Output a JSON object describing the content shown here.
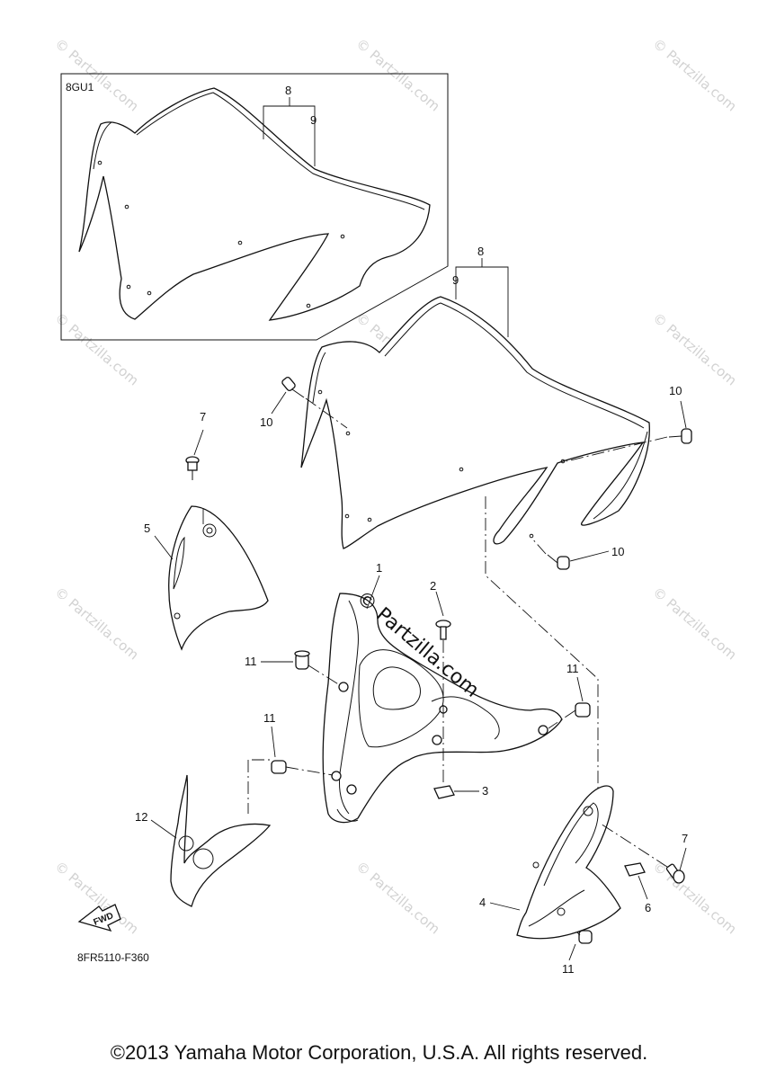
{
  "inset": {
    "label": "8GU1"
  },
  "callouts": {
    "c1": "1",
    "c2": "2",
    "c3": "3",
    "c4": "4",
    "c5": "5",
    "c6": "6",
    "c7a": "7",
    "c7b": "7",
    "c8a": "8",
    "c8b": "8",
    "c9a": "9",
    "c9b": "9",
    "c10a": "10",
    "c10b": "10",
    "c10c": "10",
    "c11a": "11",
    "c11b": "11",
    "c11c": "11",
    "c11d": "11",
    "c12": "12"
  },
  "fwd_label": "FWD",
  "diagram_code": "8FR5110-F360",
  "watermark": "© Partzilla.com",
  "center_watermark": "© Partzilla.com",
  "copyright": "©2013 Yamaha Motor Corporation, U.S.A. All rights reserved."
}
